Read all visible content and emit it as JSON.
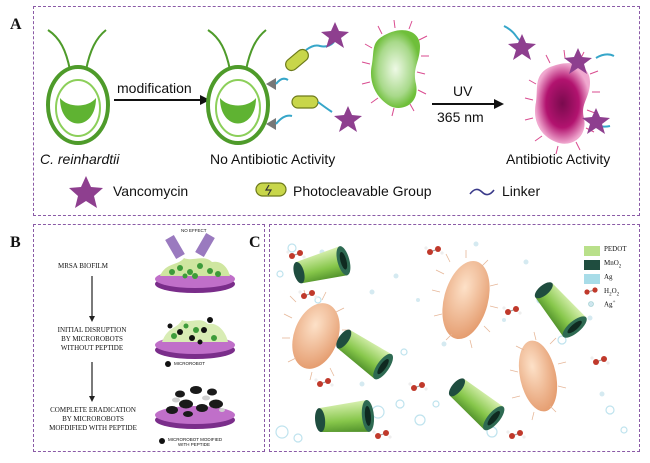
{
  "panels": {
    "a": {
      "label": "A",
      "arrow1_label": "modification",
      "arrow2_label_line1": "UV",
      "arrow2_label_line2": "365 nm",
      "caption_left": "C. reinhardtii",
      "caption_mid": "No Antibiotic Activity",
      "caption_right": "Antibiotic Activity",
      "legend": [
        {
          "label": "Vancomycin",
          "icon": "star-icon",
          "color": "#8e3f8f"
        },
        {
          "label": "Photocleavable Group",
          "icon": "photocleavable-capsule-icon",
          "color": "#c8d64a"
        },
        {
          "label": "Linker",
          "icon": "linker-wave-icon",
          "color": "#3a3a8a"
        }
      ]
    },
    "b": {
      "label": "B",
      "step1": "MRSA BIOFILM",
      "step2_l1": "INITIAL DISRUPTION",
      "step2_l2": "BY MICROROBOTS",
      "step2_l3": "WITHOUT PEPTIDE",
      "step3_l1": "COMPLETE ERADICATION",
      "step3_l2": "BY MICROROBOTS",
      "step3_l3": "MOFDIFIED WITH PEPTIDE",
      "no_effect": "NO EFFECT",
      "microrobot": "MICROROBOT",
      "microrobot_mod_l1": "MICROROBOT MODIFIED",
      "microrobot_mod_l2": "WITH PEPTIDE"
    },
    "c": {
      "label": "C",
      "legend": [
        {
          "label": "PEDOT",
          "color": "#b9e08a"
        },
        {
          "label": "MnO",
          "sub": "2",
          "color": "#1f4d3f"
        },
        {
          "label": "Ag",
          "color": "#a8dce8"
        },
        {
          "label": "H",
          "sub": "2",
          "label2": "O",
          "sub2": "2",
          "color": "#c0392b"
        },
        {
          "label": "Ag",
          "sup": "+",
          "color": "#cfe6ef"
        }
      ]
    }
  },
  "colors": {
    "border": "#8a5aa6",
    "cell_green": "#6fbf3a",
    "bacteria_green": "#a8d98a",
    "bacteria_active": "#b2136f",
    "star": "#8e3f8f",
    "linker": "#36a6c9"
  }
}
